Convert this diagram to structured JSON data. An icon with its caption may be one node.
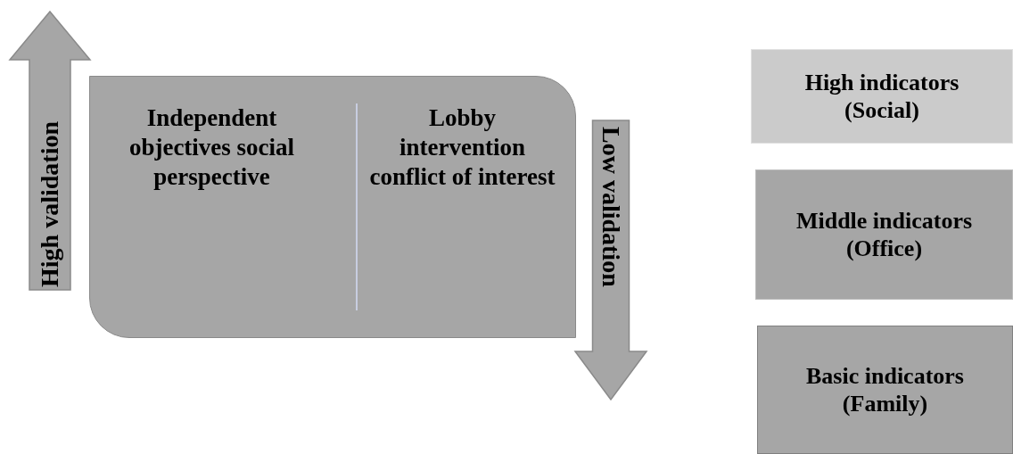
{
  "diagram": {
    "nodes": [
      {
        "text": [
          "High validation"
        ]
      },
      {
        "text": [
          "Independent objectives social perspective",
          "Lobby intervention conflict of interest"
        ]
      },
      {
        "text": [
          "Low validation"
        ]
      },
      {
        "text": [
          "High indicators (Social)"
        ]
      },
      {
        "text": [
          "Middle indicators (Office)"
        ]
      },
      {
        "text": [
          "Basic indicators (Family)"
        ]
      }
    ]
  }
}
